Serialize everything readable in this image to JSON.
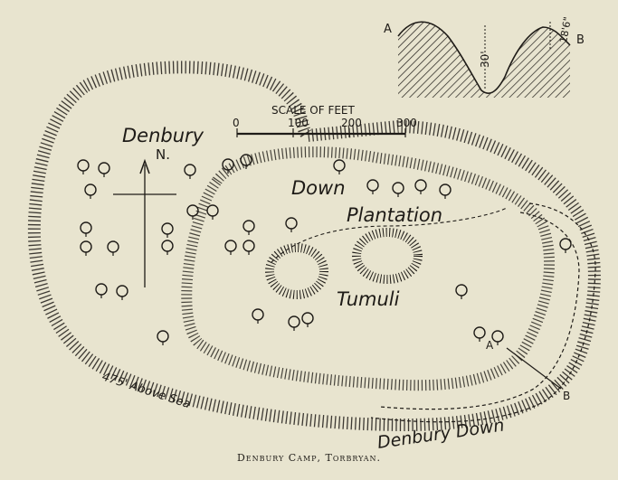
{
  "labels": {
    "denbury": "Denbury",
    "down": "Down",
    "plantation": "Plantation",
    "tumuli": "Tumuli",
    "denbury_down": "Denbury Down",
    "elevation": "475' Above Sea",
    "north": "N.",
    "point_a": "A",
    "point_b": "B"
  },
  "scale": {
    "title": "SCALE OF FEET",
    "ticks": [
      "0",
      "100",
      "200",
      "300"
    ]
  },
  "section": {
    "label_a": "A",
    "label_b": "B",
    "depth": "30'",
    "height": "18'6\""
  },
  "caption": "Denbury Camp, Torbryan.",
  "colors": {
    "ink": "#1e1b17",
    "paper": "#e8e4cf"
  }
}
